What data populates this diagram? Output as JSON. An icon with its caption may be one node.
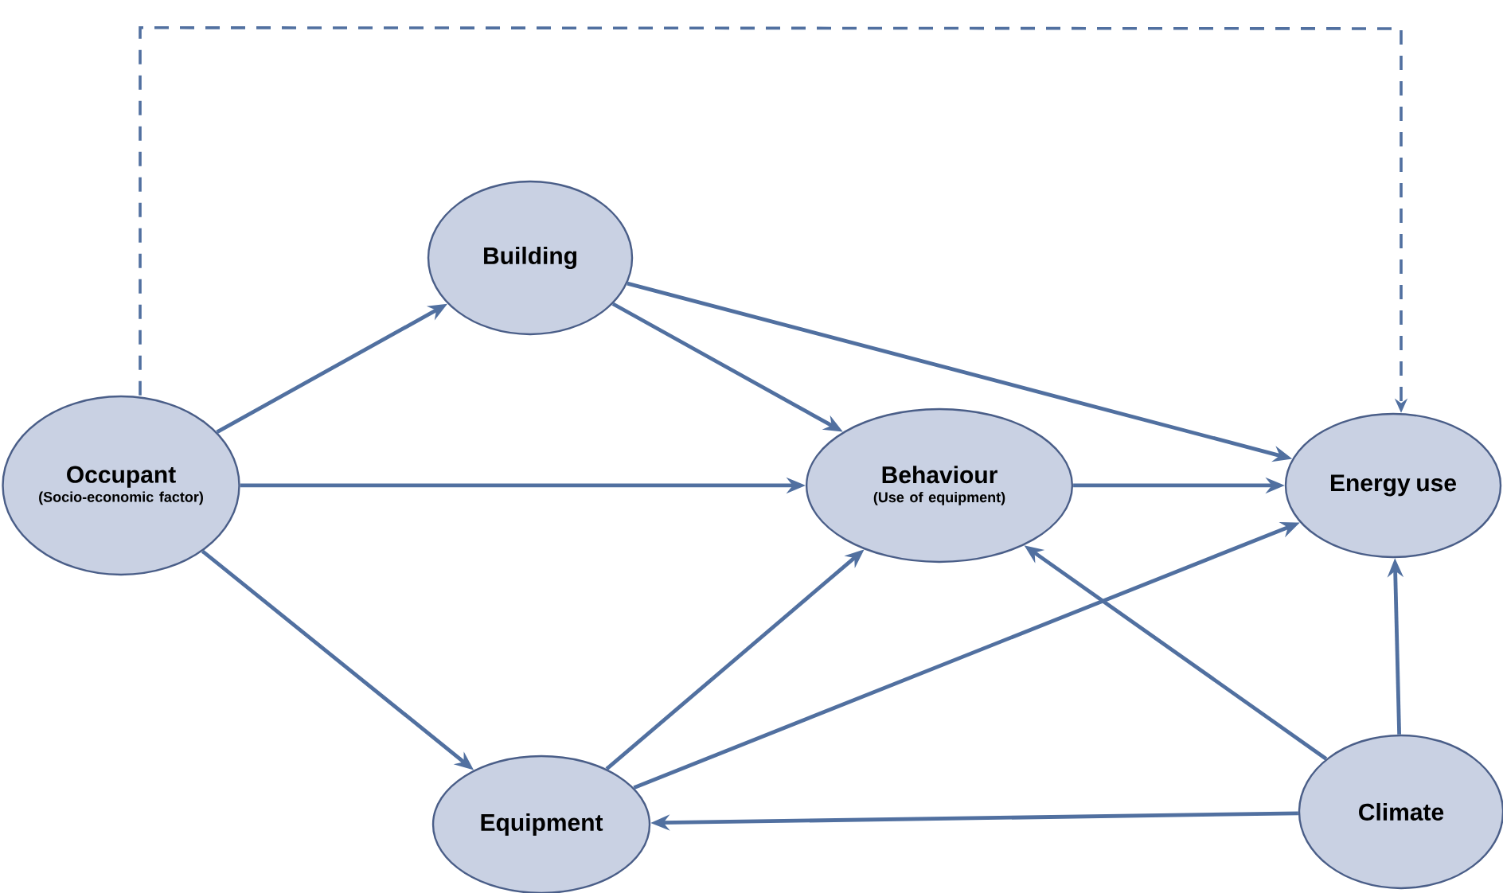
{
  "diagram": {
    "nodes": [
      {
        "text": [
          "Occupant",
          "(Socio-economic factor)"
        ]
      },
      {
        "text": [
          "Building"
        ]
      },
      {
        "text": [
          "Behaviour",
          "(Use of equipment)"
        ]
      },
      {
        "text": [
          "Energy use"
        ]
      },
      {
        "text": [
          "Equipment"
        ]
      },
      {
        "text": [
          "Climate"
        ]
      }
    ],
    "edges": [
      {
        "from": 0,
        "to": 1,
        "arrow": "to"
      },
      {
        "from": 0,
        "to": 2,
        "arrow": "to"
      },
      {
        "from": 0,
        "to": 4,
        "arrow": "to"
      },
      {
        "from": 1,
        "to": 2,
        "arrow": "to"
      },
      {
        "from": 1,
        "to": 3,
        "arrow": "to"
      },
      {
        "from": 2,
        "to": 3,
        "arrow": "to"
      },
      {
        "from": 4,
        "to": 2,
        "arrow": "to"
      },
      {
        "from": 4,
        "to": 3,
        "arrow": "to"
      },
      {
        "from": 5,
        "to": 4,
        "arrow": "to"
      },
      {
        "from": 5,
        "to": 2,
        "arrow": "to"
      },
      {
        "from": 5,
        "to": 3,
        "arrow": "to"
      },
      {
        "from": 0,
        "to": 3,
        "arrow": "to",
        "style": "dashed"
      }
    ]
  }
}
